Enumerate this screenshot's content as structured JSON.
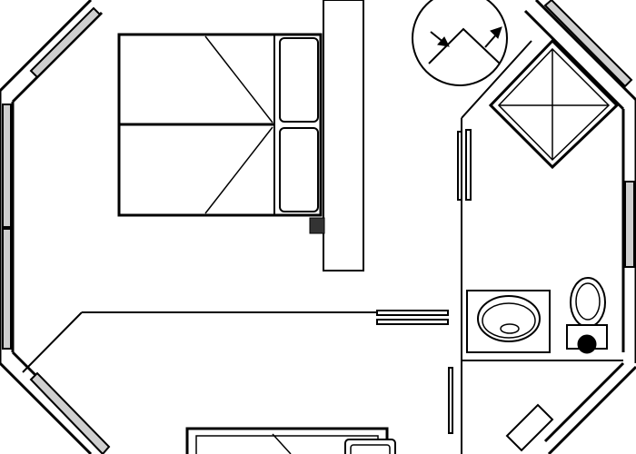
{
  "drawing": {
    "kind": "floor plan",
    "rooms": [
      "bedroom",
      "bathroom"
    ],
    "colors": {
      "ink": "#000000",
      "wall_fill": "#cfcfcf",
      "background": "#ffffff"
    }
  }
}
